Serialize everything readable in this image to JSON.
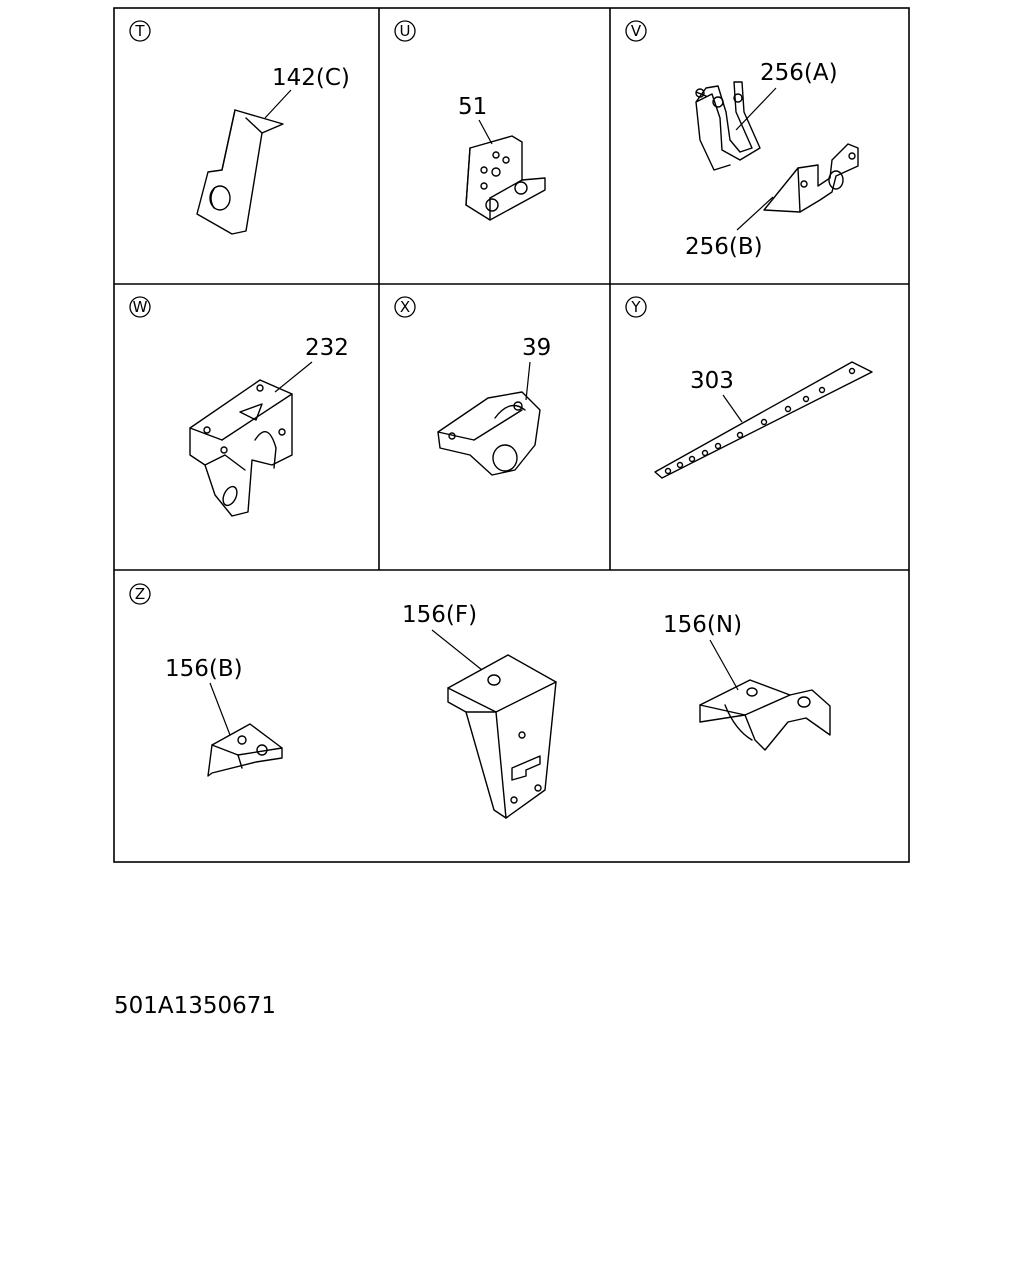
{
  "figure_code": "501A1350671",
  "panels": {
    "t": {
      "letter": "T",
      "callouts": [
        "142(C)"
      ]
    },
    "u": {
      "letter": "U",
      "callouts": [
        "51"
      ]
    },
    "v": {
      "letter": "V",
      "callouts": [
        "256(A)",
        "256(B)"
      ]
    },
    "w": {
      "letter": "W",
      "callouts": [
        "232"
      ]
    },
    "x": {
      "letter": "X",
      "callouts": [
        "39"
      ]
    },
    "y": {
      "letter": "Y",
      "callouts": [
        "303"
      ]
    },
    "z": {
      "letter": "Z",
      "callouts": [
        "156(B)",
        "156(F)",
        "156(N)"
      ]
    }
  }
}
